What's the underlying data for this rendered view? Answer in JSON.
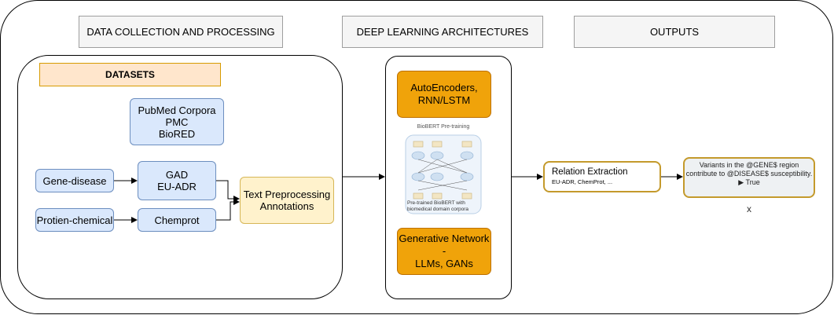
{
  "headers": {
    "data_collection": "DATA COLLECTION AND PROCESSING",
    "deep_learning": "DEEP LEARNING ARCHITECTURES",
    "outputs": "OUTPUTS"
  },
  "datasets": {
    "label": "DATASETS",
    "corpora": "PubMed Corpora\nPMC\nBioRED",
    "gene_disease": "Gene-disease",
    "protein_chemical": "Protien-chemical",
    "gad": "GAD\nEU-ADR",
    "chemprot": "Chemprot",
    "preprocessing": "Text Preprocessing\nAnnotations"
  },
  "architectures": {
    "autoencoders": "AutoEncoders,\nRNN/LSTM",
    "biobert_title": "BioBERT Pre-training",
    "biobert_caption": "Pre-trained BioBERT with\nbiomedical domain corpora",
    "generative": "Generative Network -\nLLMs, GANs"
  },
  "outputs": {
    "relation_title": "Relation Extraction",
    "relation_sub": "EU-ADR, ChemProt, ...",
    "example_text": "Variants in the @GENE$ region\ncontribute to @DISEASE$ susceptibility.",
    "example_result": "▶ True",
    "x_label": "x"
  },
  "colors": {
    "blue_fill": "#dae8fc",
    "blue_stroke": "#6c8ebf",
    "orange_fill": "#f0a30a",
    "peach_fill": "#ffe6cc",
    "yellow_fill": "#fff2cc",
    "gold_stroke": "#c49a2c"
  }
}
